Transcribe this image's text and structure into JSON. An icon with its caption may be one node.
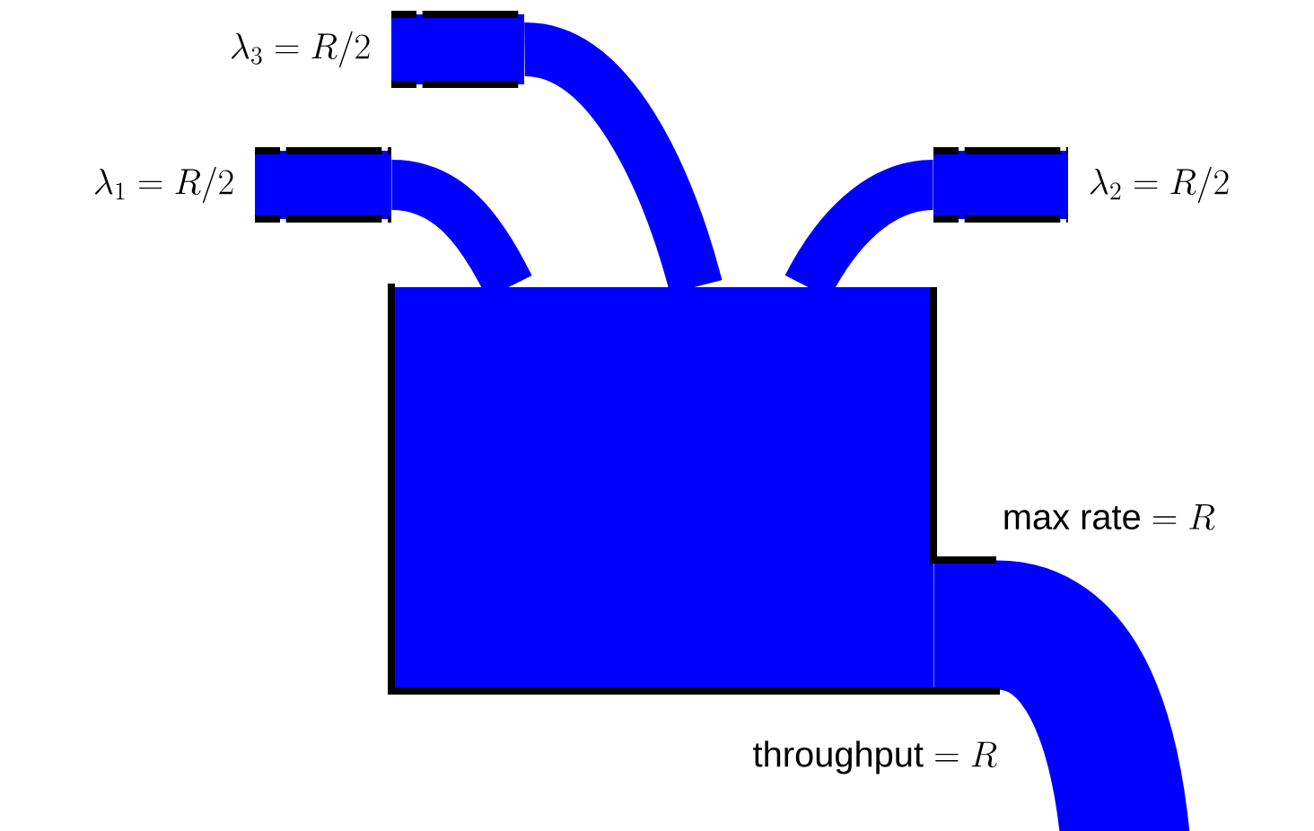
{
  "diagram": {
    "nodes": [
      {
        "text": [],
        "shape": "box",
        "beside": [
          "\\lambda_3 = R/2"
        ]
      },
      {
        "text": [],
        "shape": "box",
        "beside": [
          "\\lambda_1 = R/2"
        ]
      },
      {
        "text": [],
        "shape": "box",
        "beside": [
          "\\lambda_2 = R/2"
        ]
      },
      {
        "text": [],
        "shape": "box"
      }
    ],
    "edges": [
      {
        "from": 0,
        "to": 3,
        "arrow": "none"
      },
      {
        "from": 1,
        "to": 3,
        "arrow": "none"
      },
      {
        "from": 2,
        "to": 3,
        "arrow": "none"
      },
      {
        "from": 3,
        "to": null,
        "arrow": "none",
        "style": "thick"
      }
    ],
    "labels": [
      "\\mathrm{max\\ rate} = R",
      "\\mathrm{throughput} = R"
    ]
  }
}
